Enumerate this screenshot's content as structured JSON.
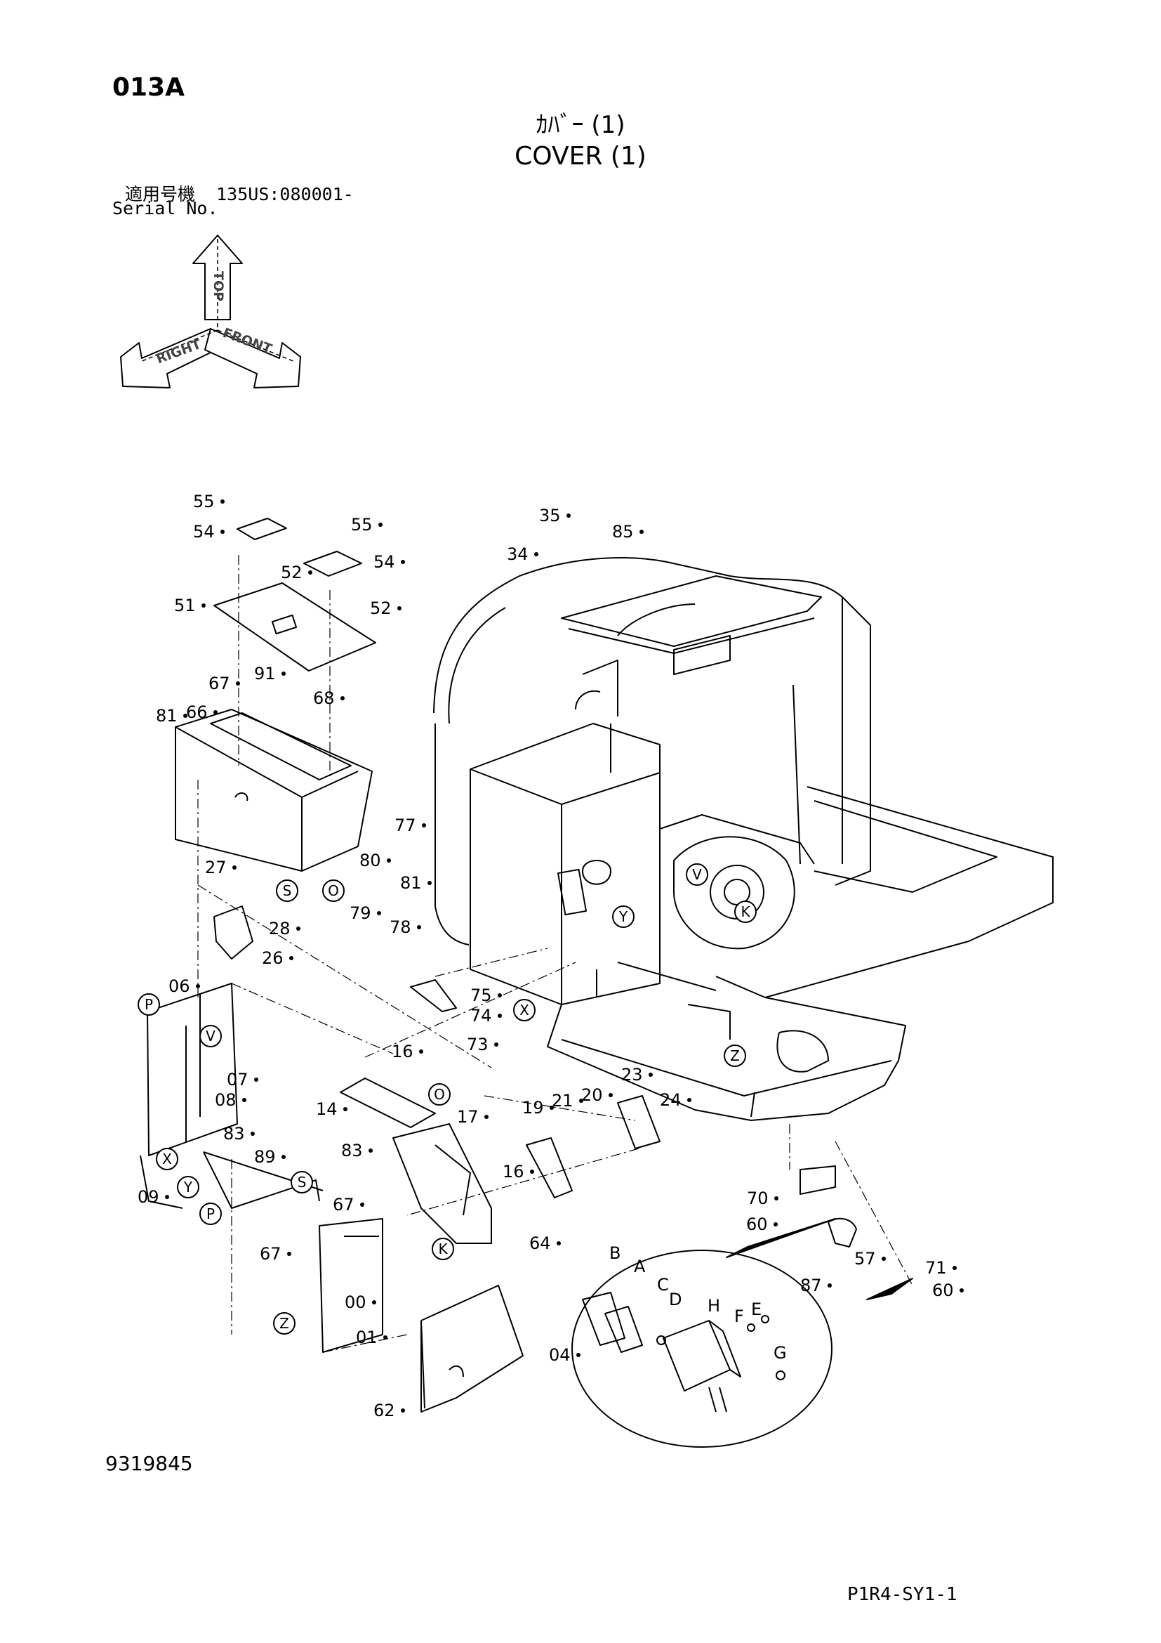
{
  "page_code": "013A",
  "title_jp": "ｶﾊﾞｰ (1)",
  "title_en": "COVER (1)",
  "serial_label_jp": "適用号機",
  "serial_value": "135US:080001-",
  "serial_label_en": "Serial No.",
  "orientation": {
    "top": "TOP",
    "right": "RIGHT",
    "front": "FRONT"
  },
  "part_numbers": [
    "55",
    "54",
    "55",
    "54",
    "52",
    "51",
    "52",
    "91",
    "67",
    "68",
    "66",
    "81",
    "35",
    "85",
    "34",
    "77",
    "80",
    "81",
    "79",
    "78",
    "27",
    "28",
    "26",
    "75",
    "74",
    "73",
    "06",
    "16",
    "07",
    "08",
    "14",
    "17",
    "16",
    "83",
    "89",
    "83",
    "67",
    "67",
    "09",
    "19",
    "21",
    "20",
    "23",
    "24",
    "64",
    "00",
    "01",
    "04",
    "62",
    "70",
    "60",
    "57",
    "87",
    "71",
    "60"
  ],
  "sub_part_letters": [
    "B",
    "A",
    "C",
    "D",
    "H",
    "F",
    "E",
    "G"
  ],
  "reference_letters": [
    "S",
    "O",
    "V",
    "K",
    "Y",
    "X",
    "Z",
    "P",
    "V",
    "X",
    "Y",
    "P",
    "S",
    "O",
    "K",
    "Z"
  ],
  "document_number": "9319845",
  "page_reference": "P1R4-SY1-1"
}
